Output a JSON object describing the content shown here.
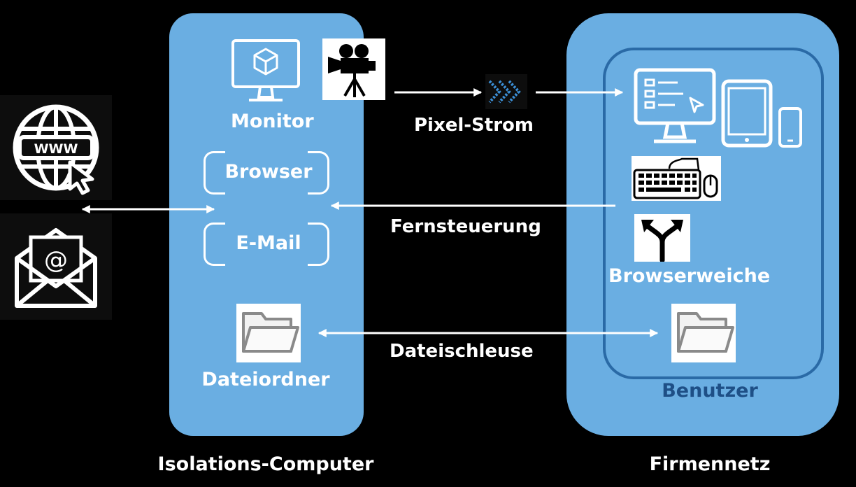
{
  "isolation": {
    "caption": "Isolations-Computer",
    "monitor_label": "Monitor",
    "browser_label": "Browser",
    "email_label": "E-Mail",
    "folder_label": "Dateiordner"
  },
  "company": {
    "caption": "Firmennetz",
    "user_label": "Benutzer",
    "switch_label": "Browserweiche"
  },
  "flows": {
    "pixel_stream": "Pixel-Strom",
    "remote_control": "Fernsteuerung",
    "file_gate": "Dateischleuse"
  },
  "internet": {
    "www_text": "WWW"
  },
  "colors": {
    "background": "#000000",
    "panel": "#6aaee2",
    "inner_border": "#2a6aa6",
    "user_label": "#1e4f86",
    "chevron": "#3b8fd6"
  }
}
